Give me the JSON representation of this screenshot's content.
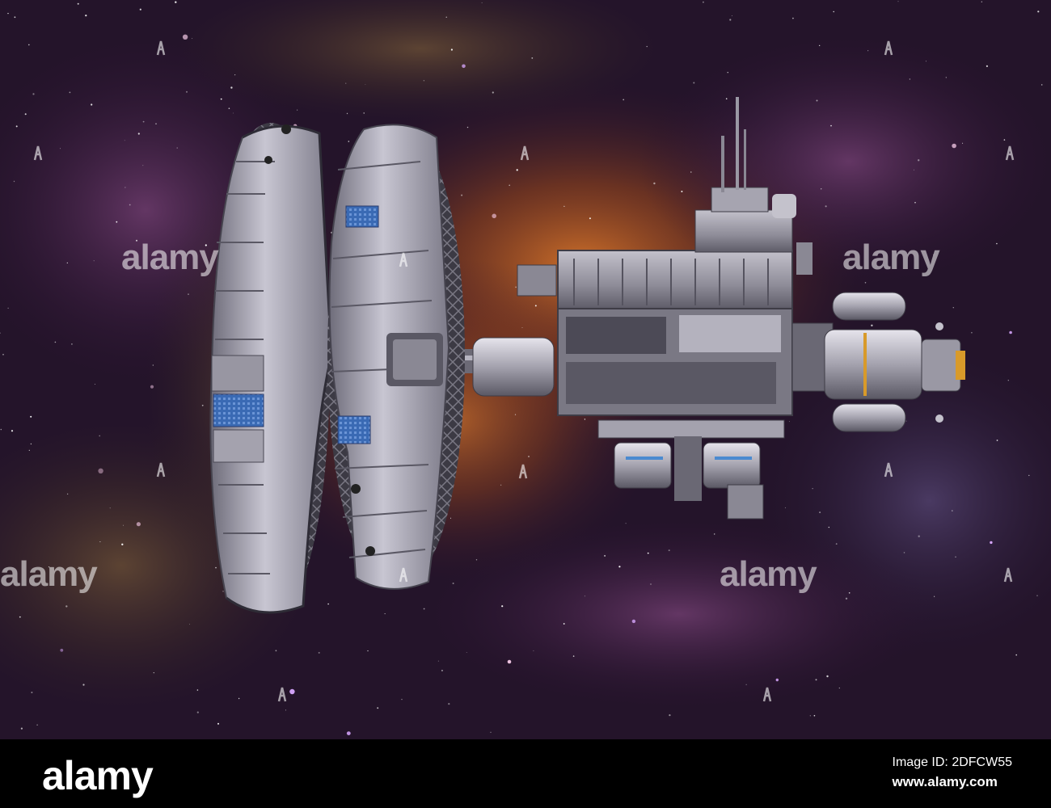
{
  "image": {
    "subject": "space station with two rotating ring habitats against a nebula starfield",
    "colors": {
      "nebula_orange": "#c8641e",
      "nebula_purple": "#4a1e4a",
      "space_dark": "#231428",
      "hull_gray": "#9a98a4",
      "panel_blue": "#3a6ab4"
    }
  },
  "watermarks": {
    "top_left": "alamy",
    "top_right": "alamy",
    "bottom_left": "alamy",
    "bottom_right": "alamy"
  },
  "footer": {
    "logo": "alamy",
    "image_id_label": "Image ID: 2DFCW55",
    "url": "www.alamy.com"
  }
}
